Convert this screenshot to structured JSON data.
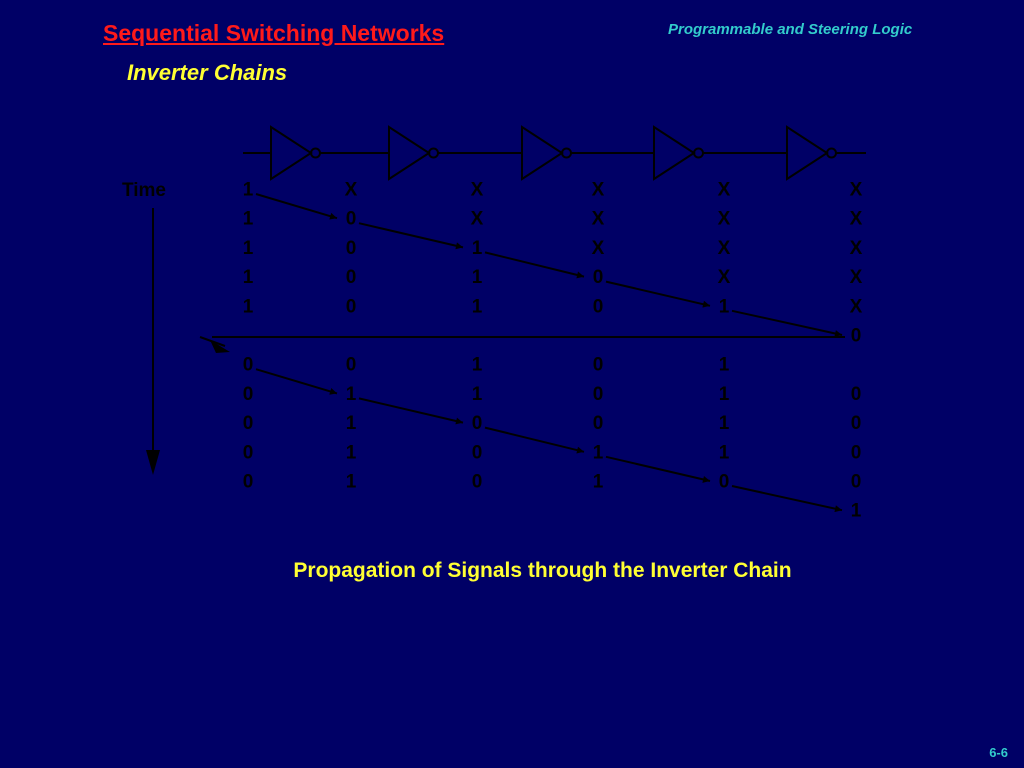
{
  "header": {
    "title": "Sequential Switching Networks",
    "subtitle": "Inverter Chains",
    "course": "Programmable and Steering Logic"
  },
  "diagram": {
    "time_label": "Time",
    "columns": 6,
    "rows": [
      [
        "1",
        "X",
        "X",
        "X",
        "X",
        "X"
      ],
      [
        "1",
        "0",
        "X",
        "X",
        "X",
        "X"
      ],
      [
        "1",
        "0",
        "1",
        "X",
        "X",
        "X"
      ],
      [
        "1",
        "0",
        "1",
        "0",
        "X",
        "X"
      ],
      [
        "1",
        "0",
        "1",
        "0",
        "1",
        "X"
      ],
      [
        "",
        "",
        "",
        "",
        "",
        "0"
      ],
      [
        "0",
        "0",
        "1",
        "0",
        "1",
        ""
      ],
      [
        "0",
        "1",
        "1",
        "0",
        "1",
        "0"
      ],
      [
        "0",
        "1",
        "0",
        "0",
        "1",
        "0"
      ],
      [
        "0",
        "1",
        "0",
        "1",
        "1",
        "0"
      ],
      [
        "0",
        "1",
        "0",
        "1",
        "0",
        "0"
      ],
      [
        "",
        "",
        "",
        "",
        "",
        "1"
      ]
    ],
    "propagation_arrows": [
      {
        "from": [
          0,
          0
        ],
        "to": [
          1,
          1
        ]
      },
      {
        "from": [
          1,
          1
        ],
        "to": [
          2,
          2
        ]
      },
      {
        "from": [
          2,
          2
        ],
        "to": [
          3,
          3
        ]
      },
      {
        "from": [
          3,
          3
        ],
        "to": [
          4,
          4
        ]
      },
      {
        "from": [
          4,
          4
        ],
        "to": [
          5,
          5
        ]
      },
      {
        "from": [
          6,
          0
        ],
        "to": [
          7,
          1
        ]
      },
      {
        "from": [
          7,
          1
        ],
        "to": [
          8,
          2
        ]
      },
      {
        "from": [
          8,
          2
        ],
        "to": [
          9,
          3
        ]
      },
      {
        "from": [
          9,
          3
        ],
        "to": [
          10,
          4
        ]
      },
      {
        "from": [
          10,
          4
        ],
        "to": [
          11,
          5
        ]
      }
    ],
    "colors": {
      "ink": "#000000",
      "background": "#000066"
    }
  },
  "caption": "Propagation of Signals through the Inverter Chain",
  "footer": {
    "page": "6-6"
  }
}
